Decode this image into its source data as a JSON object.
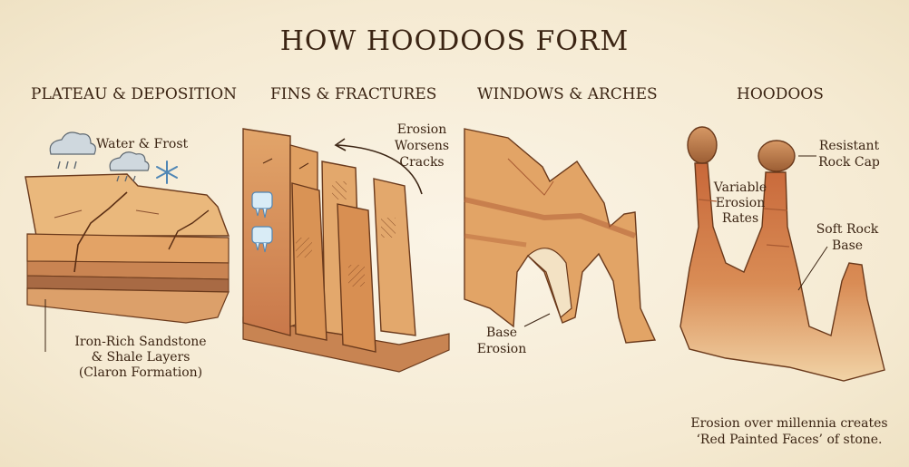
{
  "title": "HOW HOODOOS FORM",
  "panels": [
    {
      "heading": "PLATEAU & DEPOSITION",
      "labels": {
        "weather": "Water & Frost",
        "layers_1": "Iron-Rich Sandstone",
        "layers_2": "& Shale Layers",
        "layers_3": "(Claron Formation)"
      },
      "icons": [
        "rain-cloud-icon",
        "rain-cloud-icon",
        "snowflake-icon"
      ]
    },
    {
      "heading": "FINS & FRACTURES",
      "labels": {
        "erosion_1": "Erosion",
        "erosion_2": "Worsens",
        "erosion_3": "Cracks"
      },
      "icons": [
        "icicle-icon",
        "icicle-icon"
      ]
    },
    {
      "heading": "WINDOWS & ARCHES",
      "labels": {
        "base_1": "Base",
        "base_2": "Erosion"
      }
    },
    {
      "heading": "HOODOOS",
      "labels": {
        "cap_1": "Resistant",
        "cap_2": "Rock Cap",
        "variable_1": "Variable",
        "variable_2": "Erosion",
        "variable_3": "Rates",
        "soft_1": "Soft Rock",
        "soft_2": "Base"
      }
    }
  ],
  "footer": {
    "line1": "Erosion over millennia creates",
    "line2": "‘Red Painted Faces’ of stone."
  },
  "colors": {
    "background": "#f8efdc",
    "rock_light": "#e8b57a",
    "rock_mid": "#d48a4e",
    "rock_dark": "#a85a32",
    "ink": "#3b2413"
  }
}
